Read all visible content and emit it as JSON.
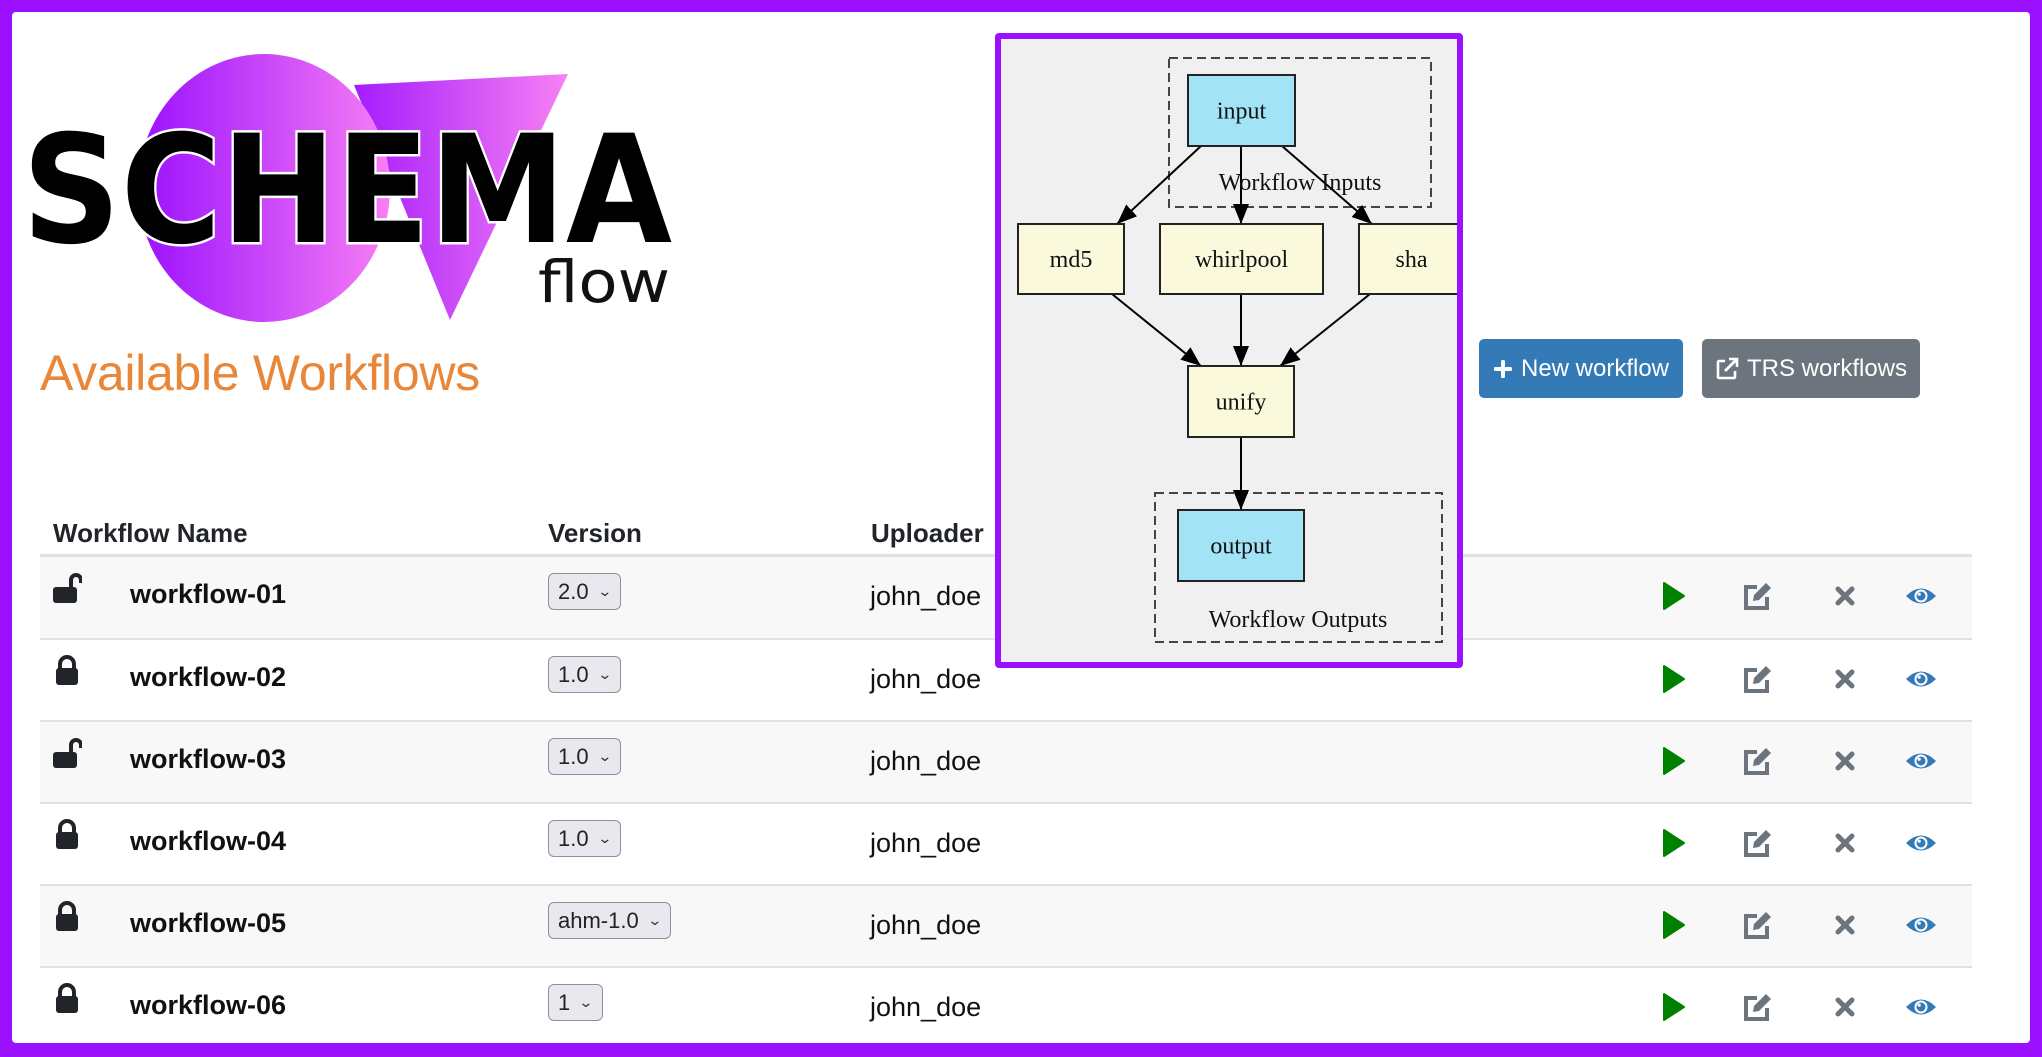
{
  "app": {
    "logo_main": "SCHEMA",
    "logo_sub": "flow"
  },
  "page": {
    "title": "Available Workflows"
  },
  "toolbar": {
    "new_workflow_label": "New workflow",
    "trs_workflows_label": "TRS workflows"
  },
  "colors": {
    "frame_border": "#9B10FE",
    "title": "#E8873A",
    "primary_button": "#337AB7",
    "secondary_button": "#6C757D",
    "run_icon": "#008000",
    "view_icon": "#337AB7",
    "muted_icon": "#6C757D"
  },
  "table": {
    "columns": [
      "Workflow Name",
      "Version",
      "Uploader"
    ],
    "rows": [
      {
        "lock": "unlocked",
        "name": "workflow-01",
        "version": "2.0",
        "uploader": "john_doe"
      },
      {
        "lock": "locked",
        "name": "workflow-02",
        "version": "1.0",
        "uploader": "john_doe"
      },
      {
        "lock": "unlocked",
        "name": "workflow-03",
        "version": "1.0",
        "uploader": "john_doe"
      },
      {
        "lock": "locked",
        "name": "workflow-04",
        "version": "1.0",
        "uploader": "john_doe"
      },
      {
        "lock": "locked",
        "name": "workflow-05",
        "version": "ahm-1.0",
        "uploader": "john_doe"
      },
      {
        "lock": "locked",
        "name": "workflow-06",
        "version": "1",
        "uploader": "john_doe"
      }
    ],
    "row_actions": [
      "play-icon",
      "edit-icon",
      "close-icon",
      "eye-icon"
    ]
  },
  "diagram": {
    "clusters": {
      "inputs": "Workflow Inputs",
      "outputs": "Workflow Outputs"
    },
    "nodes": {
      "input": "input",
      "md5": "md5",
      "whirlpool": "whirlpool",
      "sha": "sha",
      "unify": "unify",
      "output": "output"
    },
    "edges": [
      [
        "input",
        "md5"
      ],
      [
        "input",
        "whirlpool"
      ],
      [
        "input",
        "sha"
      ],
      [
        "md5",
        "unify"
      ],
      [
        "whirlpool",
        "unify"
      ],
      [
        "sha",
        "unify"
      ],
      [
        "unify",
        "output"
      ]
    ]
  }
}
